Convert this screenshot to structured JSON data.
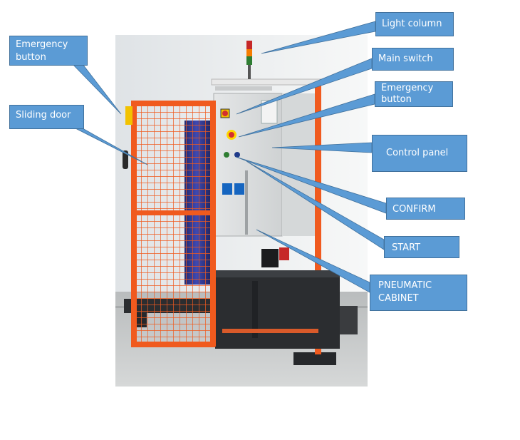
{
  "callouts": {
    "light_column": {
      "label": "Light column"
    },
    "main_switch": {
      "label": "Main switch"
    },
    "emergency_right": {
      "line1": "Emergency",
      "line2": "button"
    },
    "emergency_left": {
      "line1": "Emergency",
      "line2": "button"
    },
    "sliding_door": {
      "label": "Sliding door"
    },
    "control_panel": {
      "label": "Control panel"
    },
    "confirm": {
      "label": "CONFIRM"
    },
    "start": {
      "label": "START"
    },
    "pneumatic": {
      "line1": "PNEUMATIC",
      "line2": "CABINET"
    }
  },
  "colors": {
    "callout_fill": "#5b9bd5",
    "callout_border": "#41719c",
    "frame_orange": "#f05a1e",
    "cabinet_dark": "#2b2d30",
    "door_grey": "#e9eaea"
  }
}
